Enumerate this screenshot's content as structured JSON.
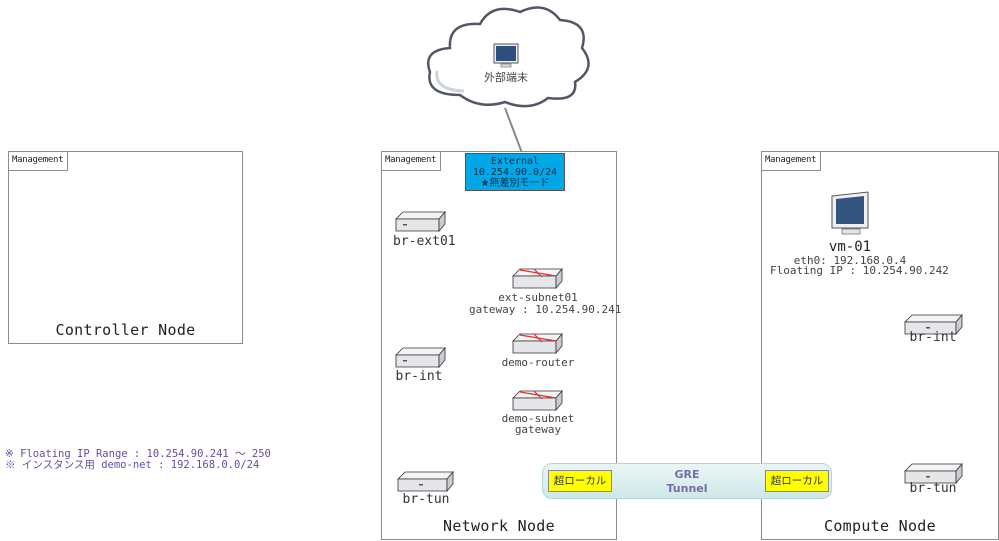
{
  "cloud": {
    "terminal_label": "外部端末"
  },
  "controller_node": {
    "management_label": "Management",
    "title": "Controller Node"
  },
  "network_node": {
    "management_label": "Management",
    "title": "Network Node",
    "external": {
      "line1": "External",
      "line2": "10.254.90.0/24",
      "line3": "★無差別モード"
    },
    "br_ext": "br-ext01",
    "br_int": "br-int",
    "br_tun": "br-tun",
    "ext_subnet": {
      "name": "ext-subnet01",
      "gateway": "gateway : 10.254.90.241"
    },
    "demo_router": "demo-router",
    "demo_subnet": {
      "name": "demo-subnet",
      "gateway": "gateway"
    }
  },
  "compute_node": {
    "management_label": "Management",
    "title": "Compute Node",
    "vm": {
      "name": "vm-01",
      "eth0": "eth0: 192.168.0.4",
      "floating_ip": "Floating IP : 10.254.90.242"
    },
    "br_int": "br-int",
    "br_tun": "br-tun"
  },
  "notes": [
    "※ Floating IP Range : 10.254.90.241 ～ 250",
    "※ インスタンス用 demo-net : 192.168.0.0/24"
  ],
  "gre": {
    "line1": "GRE",
    "line2": "Tunnel",
    "local_left": "超ローカル",
    "local_right": "超ローカル"
  },
  "colors": {
    "external_bg": "#00a8e8",
    "local_bg": "#ffff00",
    "note_text": "#6a4aa0",
    "router_cross": "#e03030"
  }
}
